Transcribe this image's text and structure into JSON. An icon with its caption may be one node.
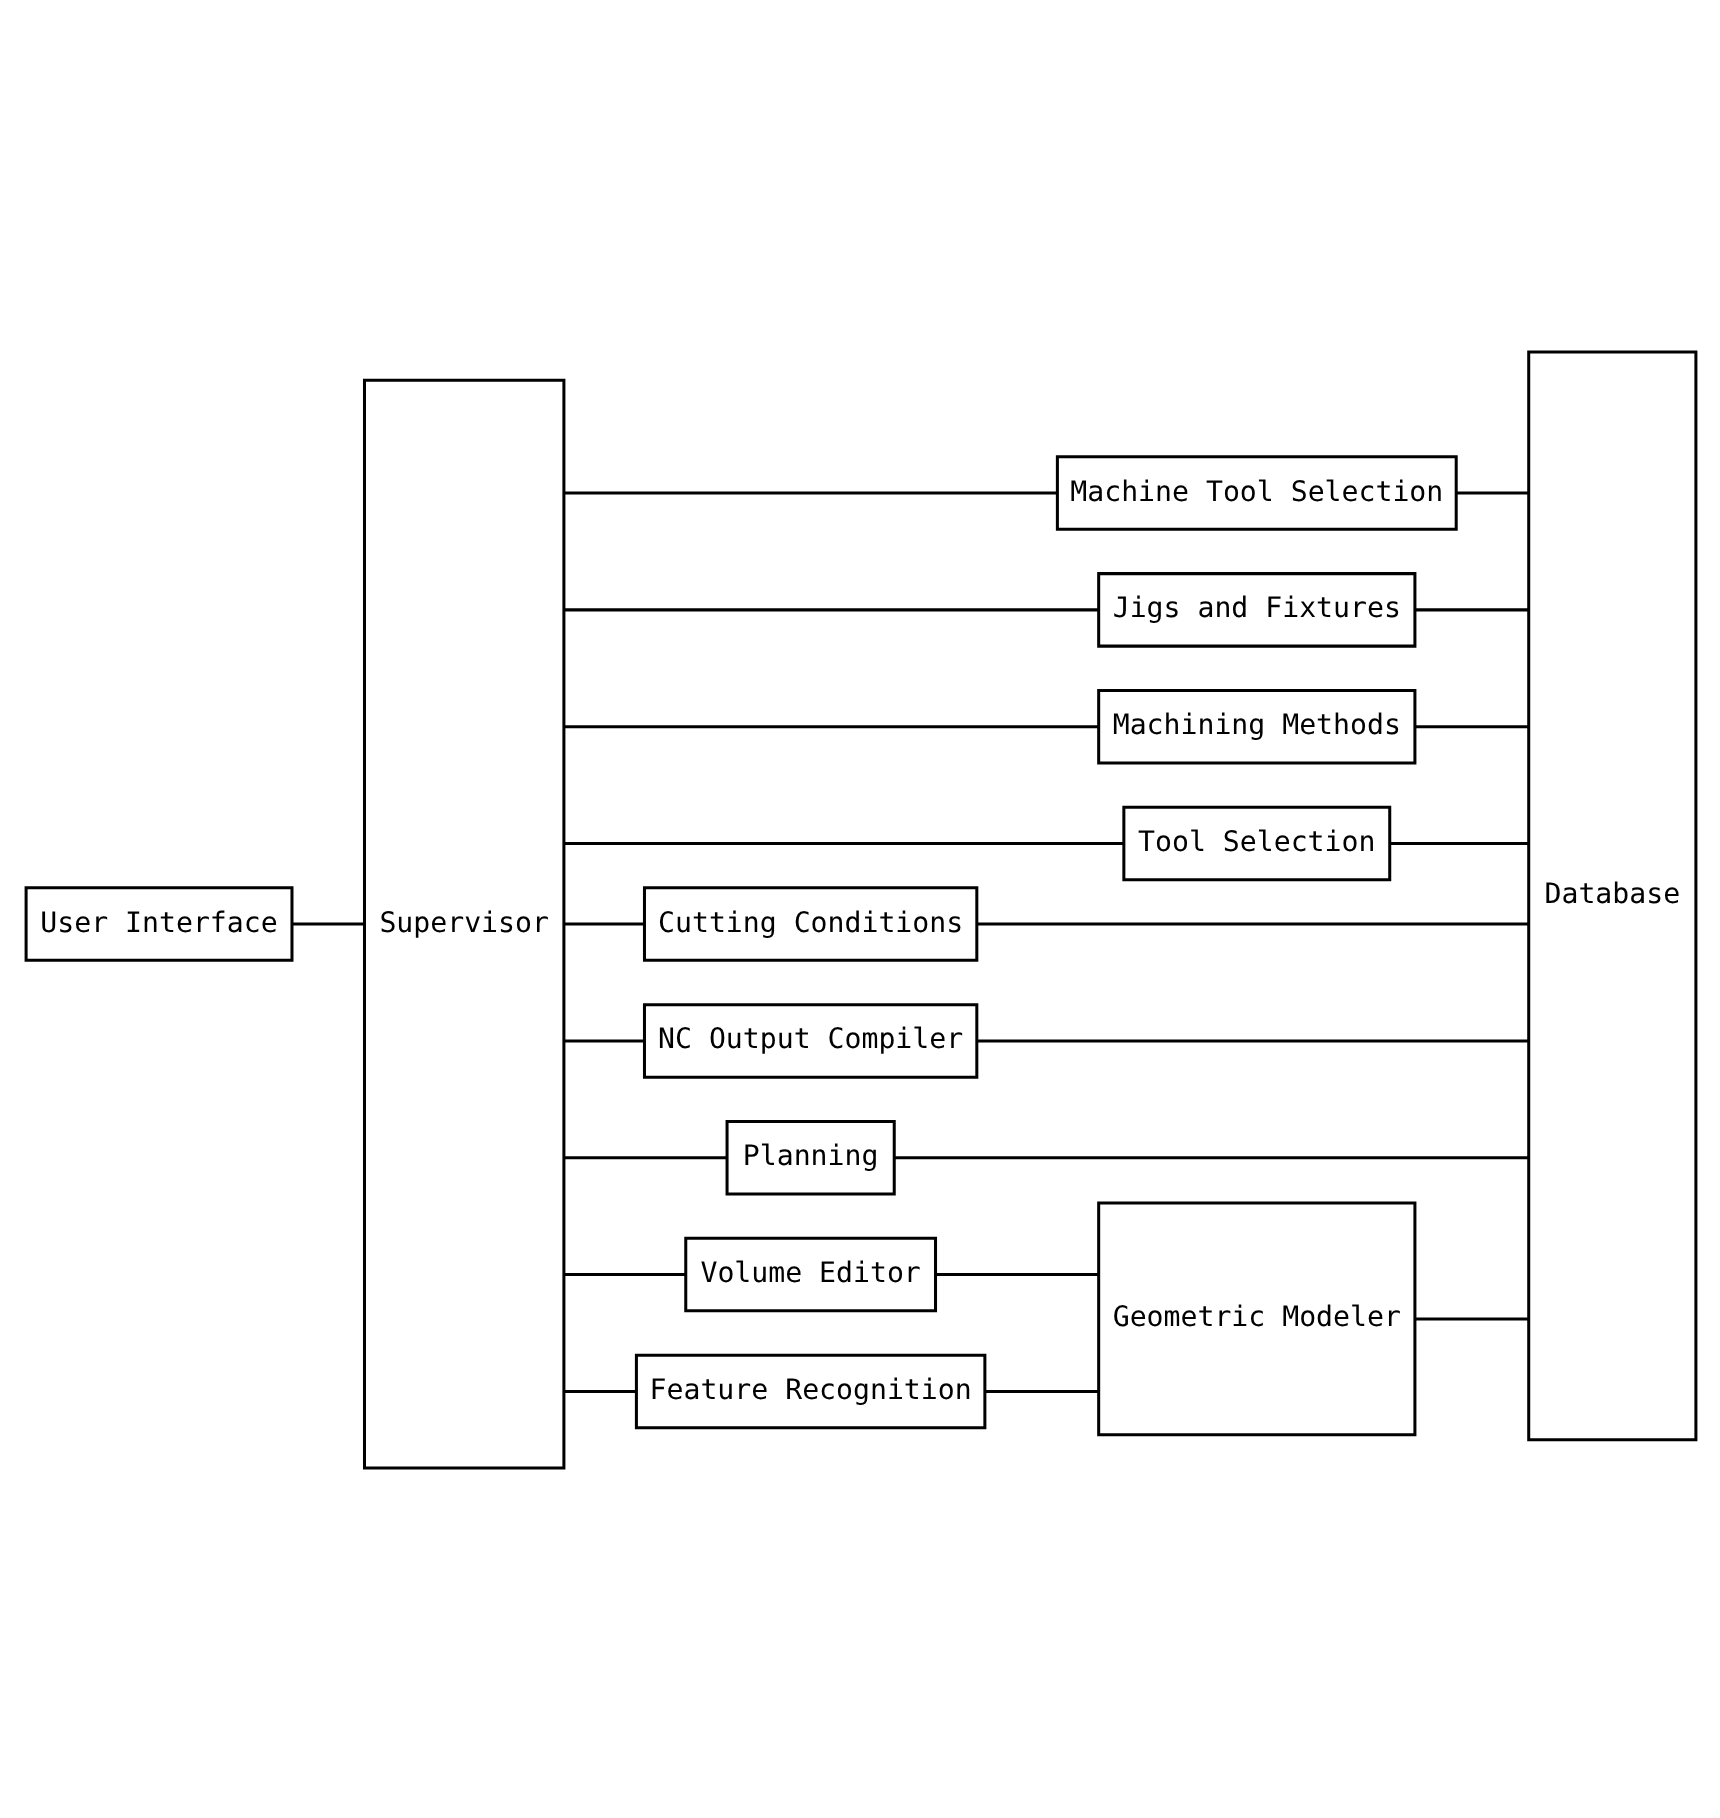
{
  "diagram": {
    "nodes": [
      {
        "text": [
          "User Interface"
        ]
      },
      {
        "text": [
          "Supervisor"
        ]
      },
      {
        "text": [
          "Machine Tool Selection"
        ]
      },
      {
        "text": [
          "Database"
        ]
      },
      {
        "text": [
          "Jigs and Fixtures"
        ]
      },
      {
        "text": [
          "Machining Methods"
        ]
      },
      {
        "text": [
          "Tool Selection"
        ]
      },
      {
        "text": [
          "Cutting Conditions"
        ]
      },
      {
        "text": [
          "NC Output Compiler"
        ]
      },
      {
        "text": [
          "Planning"
        ]
      },
      {
        "text": [
          "Volume Editor"
        ]
      },
      {
        "text": [
          "Geometric Modeler"
        ]
      },
      {
        "text": [
          "Feature Recognition"
        ]
      }
    ],
    "edges": [
      {
        "from": 0,
        "to": 1,
        "arrow": "none"
      },
      {
        "from": 1,
        "to": 2,
        "arrow": "none"
      },
      {
        "from": 1,
        "to": 4,
        "arrow": "none"
      },
      {
        "from": 1,
        "to": 5,
        "arrow": "none"
      },
      {
        "from": 1,
        "to": 6,
        "arrow": "none"
      },
      {
        "from": 1,
        "to": 7,
        "arrow": "none"
      },
      {
        "from": 1,
        "to": 8,
        "arrow": "none"
      },
      {
        "from": 1,
        "to": 9,
        "arrow": "none"
      },
      {
        "from": 1,
        "to": 10,
        "arrow": "none"
      },
      {
        "from": 1,
        "to": 12,
        "arrow": "none"
      },
      {
        "from": 2,
        "to": 3,
        "arrow": "none"
      },
      {
        "from": 4,
        "to": 3,
        "arrow": "none"
      },
      {
        "from": 5,
        "to": 3,
        "arrow": "none"
      },
      {
        "from": 6,
        "to": 3,
        "arrow": "none"
      },
      {
        "from": 7,
        "to": 3,
        "arrow": "none"
      },
      {
        "from": 8,
        "to": 3,
        "arrow": "none"
      },
      {
        "from": 9,
        "to": 3,
        "arrow": "none"
      },
      {
        "from": 10,
        "to": 11,
        "arrow": "none"
      },
      {
        "from": 12,
        "to": 11,
        "arrow": "none"
      },
      {
        "from": 11,
        "to": 3,
        "arrow": "none"
      }
    ]
  }
}
